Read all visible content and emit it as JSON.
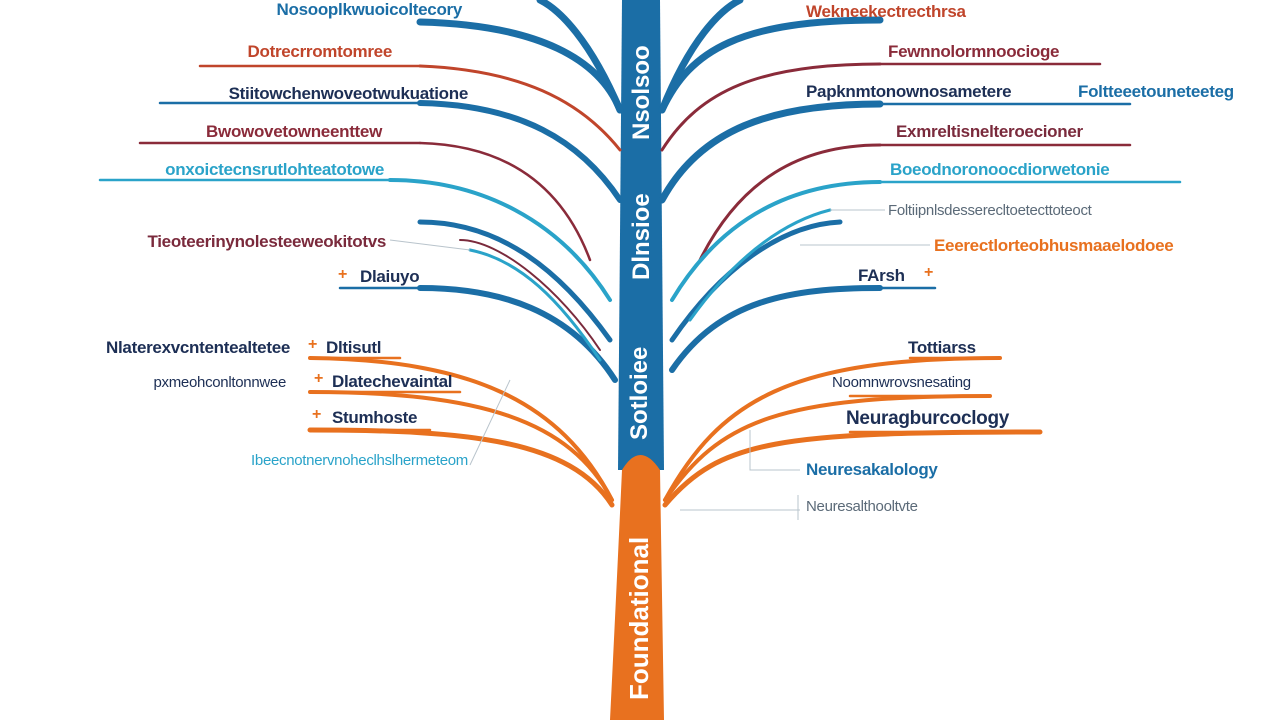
{
  "colors": {
    "trunk_blue": "#1b6ea6",
    "trunk_orange": "#e8711f",
    "red": "#c0452b",
    "dark_red": "#8a2b3a",
    "teal": "#2aa3c9",
    "navy": "#1d2f55",
    "maroon": "#7a2a3c",
    "gray": "#5b6a78"
  },
  "trunk": {
    "top_text": "Nsolsoo",
    "middle_text": "Dlnsioe",
    "lower_text": "Sotloiee",
    "base_text": "Foundational"
  },
  "left_branches": [
    {
      "text": "Nosooplkwuoicoltecory",
      "color": "navy",
      "markers": false
    },
    {
      "text": "Dotrecrromtomree",
      "color": "red"
    },
    {
      "text": "Stiitowchenwoveotwukuatione",
      "color": "navy"
    },
    {
      "text": "Bwowovetowneenttew",
      "color": "dark_red"
    },
    {
      "text": "onxoictecnsrutlohteatotowe",
      "color": "teal"
    },
    {
      "text": "Tieoteerinynolesteeweokitotvs",
      "color": "maroon"
    },
    {
      "text": "Dlaiuyo",
      "color": "navy"
    },
    {
      "text": "Nlaterexvcntentealtetee",
      "color": "navy"
    },
    {
      "text": "Dltisutl",
      "color": "navy"
    },
    {
      "text": "pxmeohconltonnwee",
      "color": "navy"
    },
    {
      "text": "Dlatechevaintal",
      "color": "navy"
    },
    {
      "text": "Stumhoste",
      "color": "navy"
    },
    {
      "text": "Ibeecnotnervnoheclhslhermeteom",
      "color": "teal"
    }
  ],
  "right_branches": [
    {
      "text": "Wekneekectrecthrsa",
      "color": "red"
    },
    {
      "text": "Fewnnolormnoocioge",
      "color": "dark_red"
    },
    {
      "text": "Papknmtonownosametere",
      "color": "navy"
    },
    {
      "text": "Foltteeetouneteeteg",
      "color": "teal"
    },
    {
      "text": "Exmreltisnelteroecioner",
      "color": "maroon"
    },
    {
      "text": "Boeodnoronoocdiorwetonie",
      "color": "teal"
    },
    {
      "text": "Foltiipnlsdesserecltoetecttoteoct",
      "color": "gray"
    },
    {
      "text": "Eeerectlorteobhusmaaelodoee",
      "color": "trunk_orange"
    },
    {
      "text": "FArsh",
      "color": "navy"
    },
    {
      "text": "Tottiarss",
      "color": "navy"
    },
    {
      "text": "Noomnwrovsnesating",
      "color": "navy"
    },
    {
      "text": "Neuragburcoclogy",
      "color": "navy"
    },
    {
      "text": "Neuresakalology",
      "color": "trunk_blue"
    },
    {
      "text": "Neuresalthooltvte",
      "color": "gray"
    }
  ]
}
